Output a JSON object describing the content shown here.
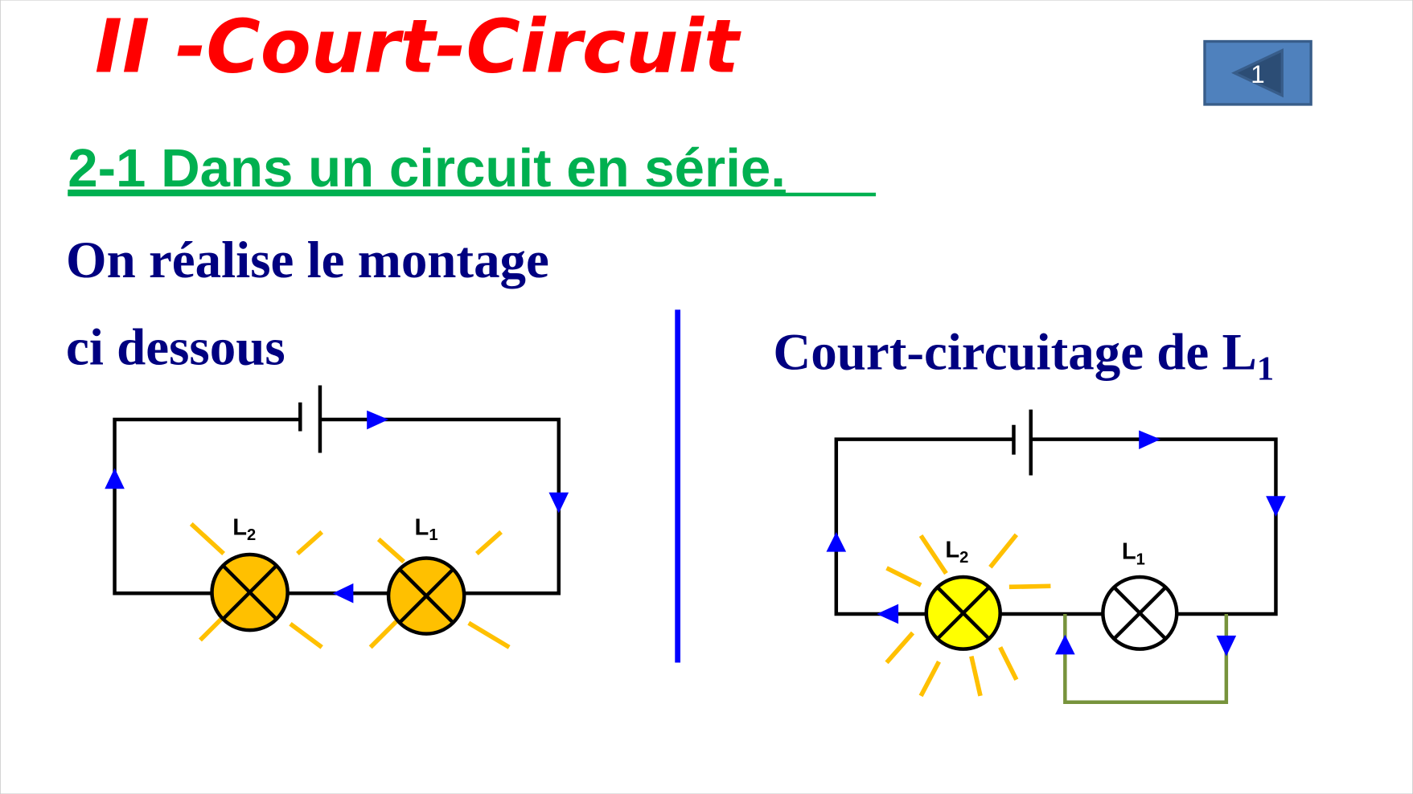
{
  "slide": {
    "title": "II  -Court-Circuit",
    "subtitle": "2-1 Dans un circuit en série.",
    "text_line1": "On réalise le montage",
    "text_line2": "ci dessous",
    "right_heading": "Court-circuitage de L",
    "right_heading_sub": "1",
    "nav_button": {
      "label": "1",
      "icon": "triangle-left-icon"
    }
  },
  "circuit_left": {
    "lamp_l2": {
      "label": "L",
      "sub": "2",
      "state": "lit"
    },
    "lamp_l1": {
      "label": "L",
      "sub": "1",
      "state": "lit"
    }
  },
  "circuit_right": {
    "lamp_l2": {
      "label": "L",
      "sub": "2",
      "state": "lit-bright"
    },
    "lamp_l1": {
      "label": "L",
      "sub": "1",
      "state": "off"
    }
  },
  "colors": {
    "title": "#FF0000",
    "subtitle": "#00B050",
    "text": "#000080",
    "arrow": "#0000FF",
    "lamp_lit": "#FFC000",
    "lamp_bright": "#FFFF00",
    "shunt": "#77933C"
  }
}
